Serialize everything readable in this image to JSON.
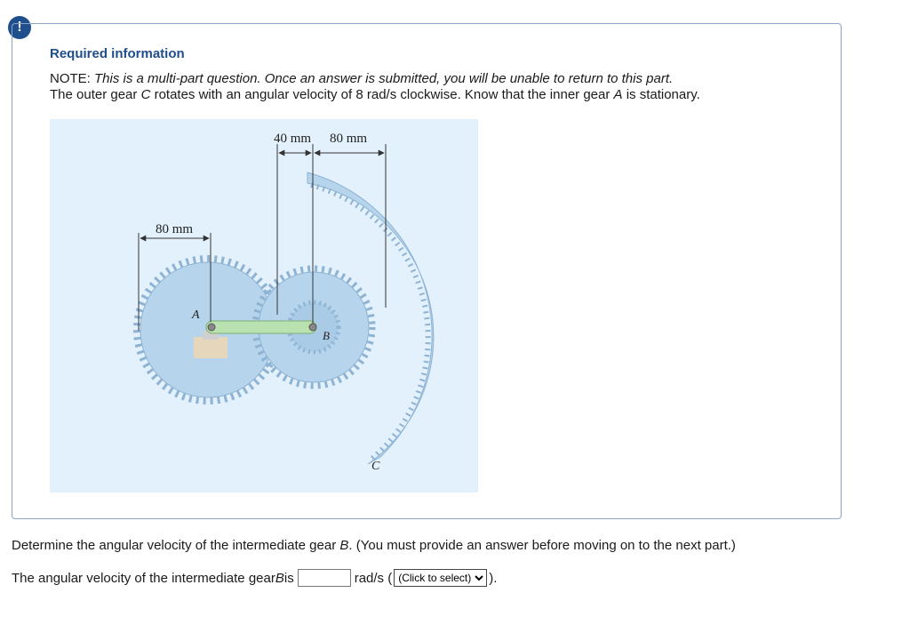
{
  "alert": {
    "symbol": "!"
  },
  "info": {
    "heading": "Required information",
    "note_prefix": "NOTE: ",
    "note_text": "This is a multi-part question. Once an answer is submitted, you will be unable to return to this part.",
    "prompt_part1": "The outer gear ",
    "gear_outer": "C",
    "prompt_part2": " rotates with an angular velocity of 8 rad/s clockwise. Know that the inner gear ",
    "gear_inner": "A",
    "prompt_part3": " is stationary."
  },
  "figure": {
    "dim_top_left": "40 mm",
    "dim_top_right": "80 mm",
    "dim_left": "80 mm",
    "label_a": "A",
    "label_b": "B",
    "label_c": "C",
    "colors": {
      "background": "#e3f1fc",
      "gear": "#b6d4ec",
      "gear_dark": "#8fb3d3",
      "arm": "#b9e2b0",
      "support": "#e6d6bc"
    }
  },
  "question": {
    "text_part1": "Determine the angular velocity of the intermediate gear ",
    "gear": "B",
    "text_part2": ". (You must provide an answer before moving on to the next part.)"
  },
  "answer": {
    "prefix": "The angular velocity of the intermediate gear ",
    "gear": "B",
    "middle": " is",
    "input_value": "",
    "unit": "rad/s (",
    "select_selected": "(Click to select)",
    "suffix": ")."
  }
}
